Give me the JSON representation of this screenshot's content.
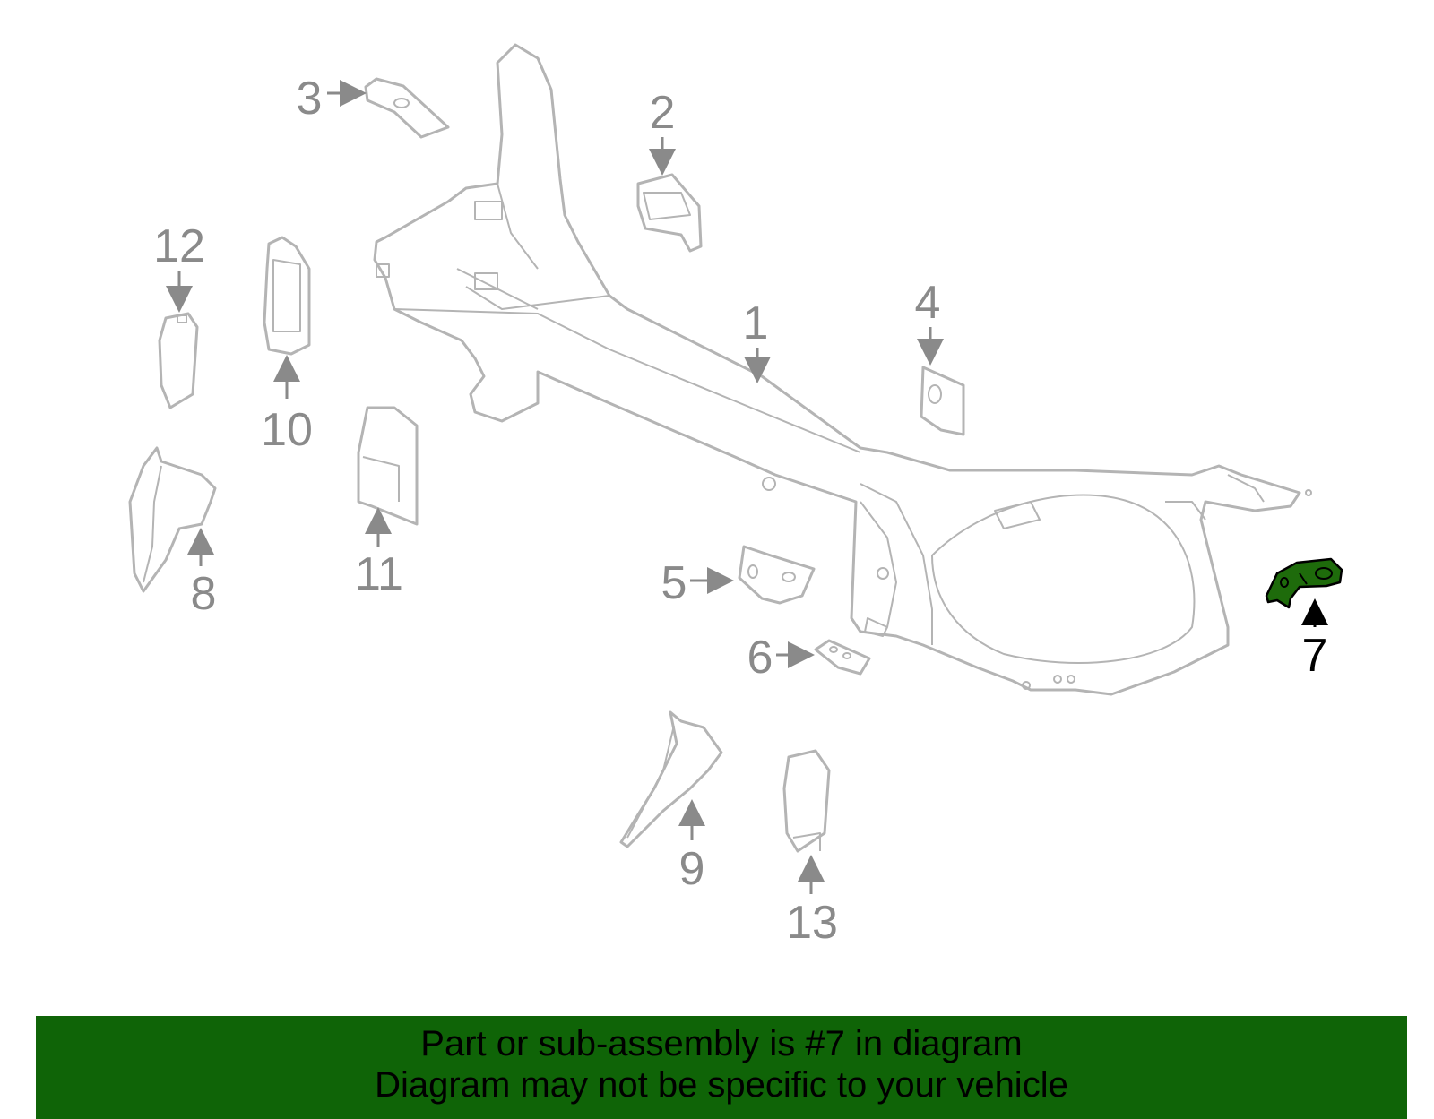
{
  "diagram": {
    "highlight_color": "#1e6b0b",
    "part_outline_color": "#b4b4b4",
    "callout_color": "#8a8a8a",
    "callouts": [
      {
        "id": "1",
        "label": "1"
      },
      {
        "id": "2",
        "label": "2"
      },
      {
        "id": "3",
        "label": "3"
      },
      {
        "id": "4",
        "label": "4"
      },
      {
        "id": "5",
        "label": "5"
      },
      {
        "id": "6",
        "label": "6"
      },
      {
        "id": "7",
        "label": "7",
        "highlighted": true
      },
      {
        "id": "8",
        "label": "8"
      },
      {
        "id": "9",
        "label": "9"
      },
      {
        "id": "10",
        "label": "10"
      },
      {
        "id": "11",
        "label": "11"
      },
      {
        "id": "12",
        "label": "12"
      },
      {
        "id": "13",
        "label": "13"
      }
    ]
  },
  "footer": {
    "background": "#0f6407",
    "line1": "Part or sub-assembly is #7 in diagram",
    "line2": "Diagram may not be specific to your vehicle"
  }
}
